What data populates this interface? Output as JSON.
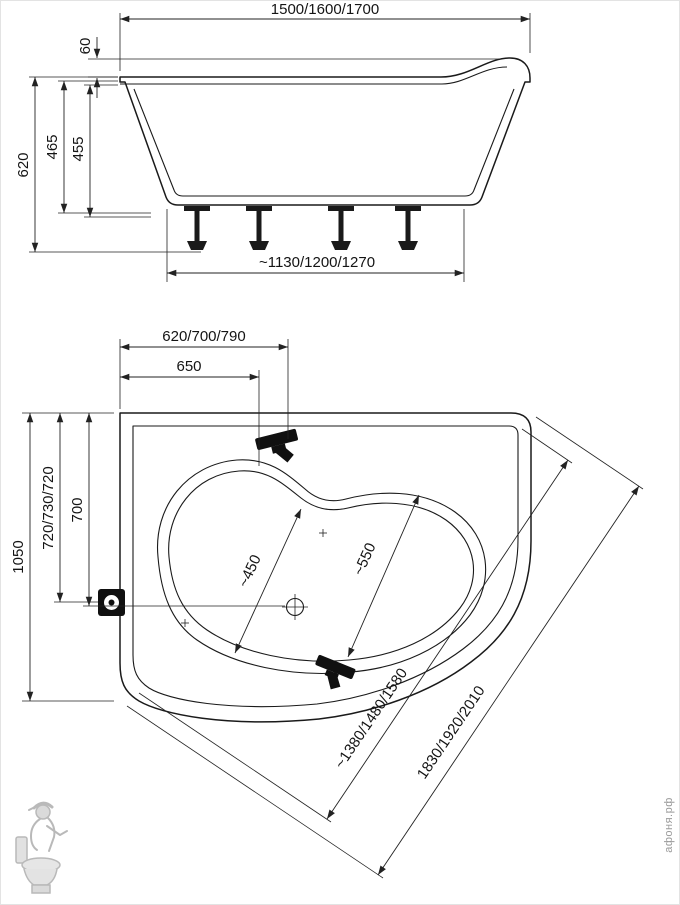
{
  "side_view": {
    "length_overall": "1500/1600/1700",
    "rim_step_height": "60",
    "height_overall": "620",
    "height_shell": "465",
    "depth_inner": "455",
    "support_span": "~1130/1200/1270"
  },
  "top_view": {
    "faucet_offset": "620/700/790",
    "inner_offset": "650",
    "width_overall": "1050",
    "drain_offset": "720/730/720",
    "drain_center_offset": "700",
    "well_width_foot": "~450",
    "well_width_head": "~550",
    "diagonal_inner": "~1380/1480/1580",
    "diagonal_overall": "1830/1920/2010"
  },
  "watermark": {
    "site": "афоня.рф"
  },
  "colors": {
    "line": "#1a1a1a",
    "watermark": "#a6a6a6"
  }
}
